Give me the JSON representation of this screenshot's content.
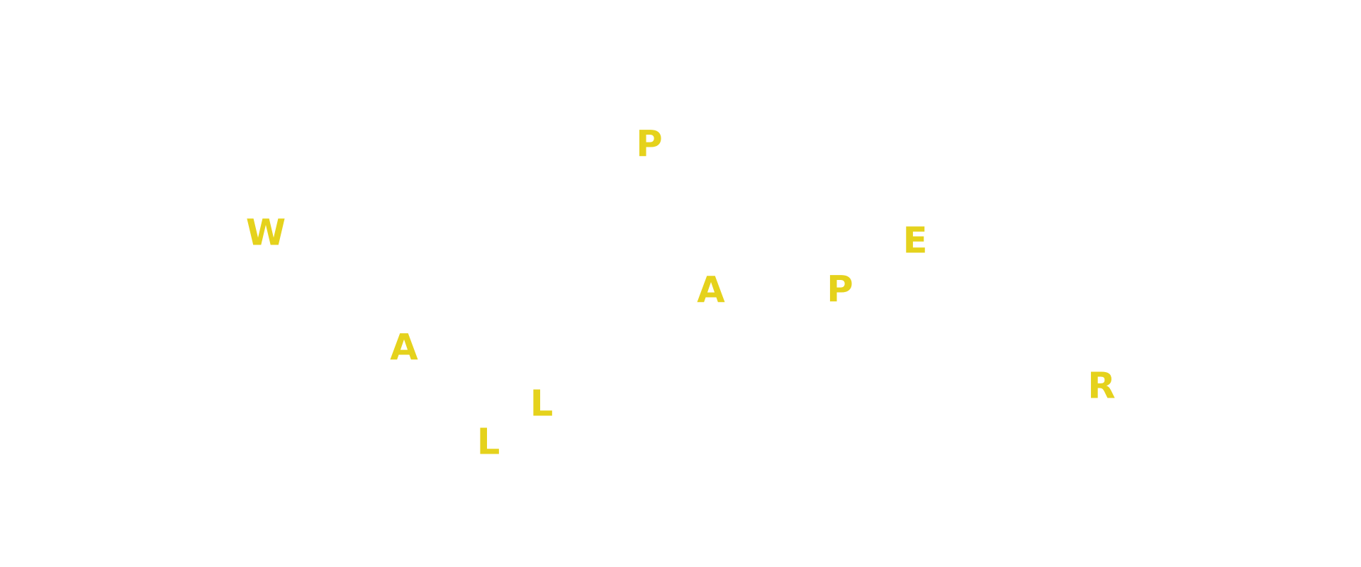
{
  "accent_color": "#e5d21c",
  "background_color": "#ffffff",
  "letters": [
    {
      "char": "W"
    },
    {
      "char": "A"
    },
    {
      "char": "L"
    },
    {
      "char": "L"
    },
    {
      "char": "P"
    },
    {
      "char": "A"
    },
    {
      "char": "P"
    },
    {
      "char": "E"
    },
    {
      "char": "R"
    }
  ]
}
